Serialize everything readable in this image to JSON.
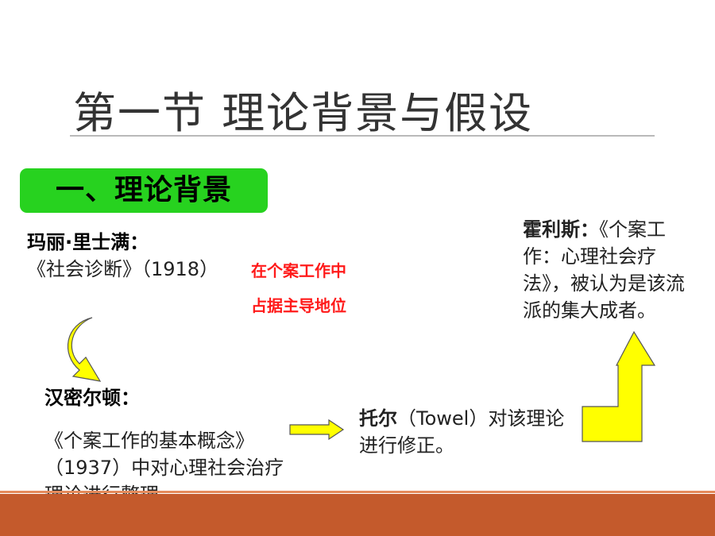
{
  "slide": {
    "title": "第一节   理论背景与假设",
    "section_heading": "一、理论背景",
    "richmond": {
      "name": "玛丽·里士满：",
      "work": "《社会诊断》（1918）"
    },
    "highlight": {
      "line1": "在个案工作中",
      "line2": "占据主导地位"
    },
    "hamilton": {
      "name": "汉密尔顿：",
      "work": "《个案工作的基本概念》（1937）中对心理社会治疗理论进行整理。"
    },
    "towel": {
      "name": "托尔",
      "text": "（Towel）对该理论进行修正。"
    },
    "hollis": {
      "name": "霍利斯：",
      "text": "《个案工作：心理社会疗法》，被认为是该流派的集大成者。"
    }
  },
  "colors": {
    "section_box": "#27d21f",
    "arrow_fill": "#ffff00",
    "highlight_text": "#ff1a1a",
    "bottom_bar": "#c45a2c"
  }
}
